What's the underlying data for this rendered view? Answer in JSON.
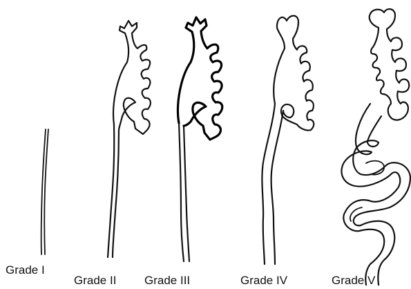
{
  "labels": {
    "grade_1": "Grade I",
    "grade_2": "Grade II",
    "grade_3": "Grade III",
    "grade_4": "Grade IV",
    "grade_5": "Grade V"
  },
  "colors": {
    "line": "#111111",
    "background": "#ffffff"
  }
}
